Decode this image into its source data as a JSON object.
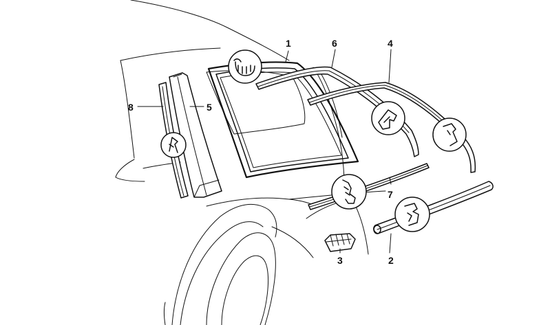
{
  "diagram": {
    "callouts": [
      {
        "id": "1",
        "label": "1"
      },
      {
        "id": "2",
        "label": "2"
      },
      {
        "id": "3",
        "label": "3"
      },
      {
        "id": "4",
        "label": "4"
      },
      {
        "id": "5",
        "label": "5"
      },
      {
        "id": "6",
        "label": "6"
      },
      {
        "id": "7",
        "label": "7"
      },
      {
        "id": "8",
        "label": "8"
      }
    ],
    "parts": [
      {
        "id": "1",
        "kind": "window-frame-seal"
      },
      {
        "id": "2",
        "kind": "lower-trim-strip"
      },
      {
        "id": "3",
        "kind": "clip"
      },
      {
        "id": "4",
        "kind": "outer-roof-molding"
      },
      {
        "id": "5",
        "kind": "pillar-cover-trim"
      },
      {
        "id": "6",
        "kind": "inner-roof-molding"
      },
      {
        "id": "7",
        "kind": "door-belt-molding"
      },
      {
        "id": "8",
        "kind": "pillar-seal-strip"
      }
    ],
    "detail_views": [
      {
        "id": "window-seal-profile",
        "icon": "seal-profile-icon"
      },
      {
        "id": "pillar-profile",
        "icon": "pillar-profile-icon"
      },
      {
        "id": "inner-molding-profile",
        "icon": "molding-profile-icon"
      },
      {
        "id": "outer-molding-profile",
        "icon": "molding-profile-icon"
      },
      {
        "id": "belt-molding-profile",
        "icon": "belt-profile-icon"
      },
      {
        "id": "lower-trim-profile",
        "icon": "trim-profile-icon"
      }
    ]
  }
}
